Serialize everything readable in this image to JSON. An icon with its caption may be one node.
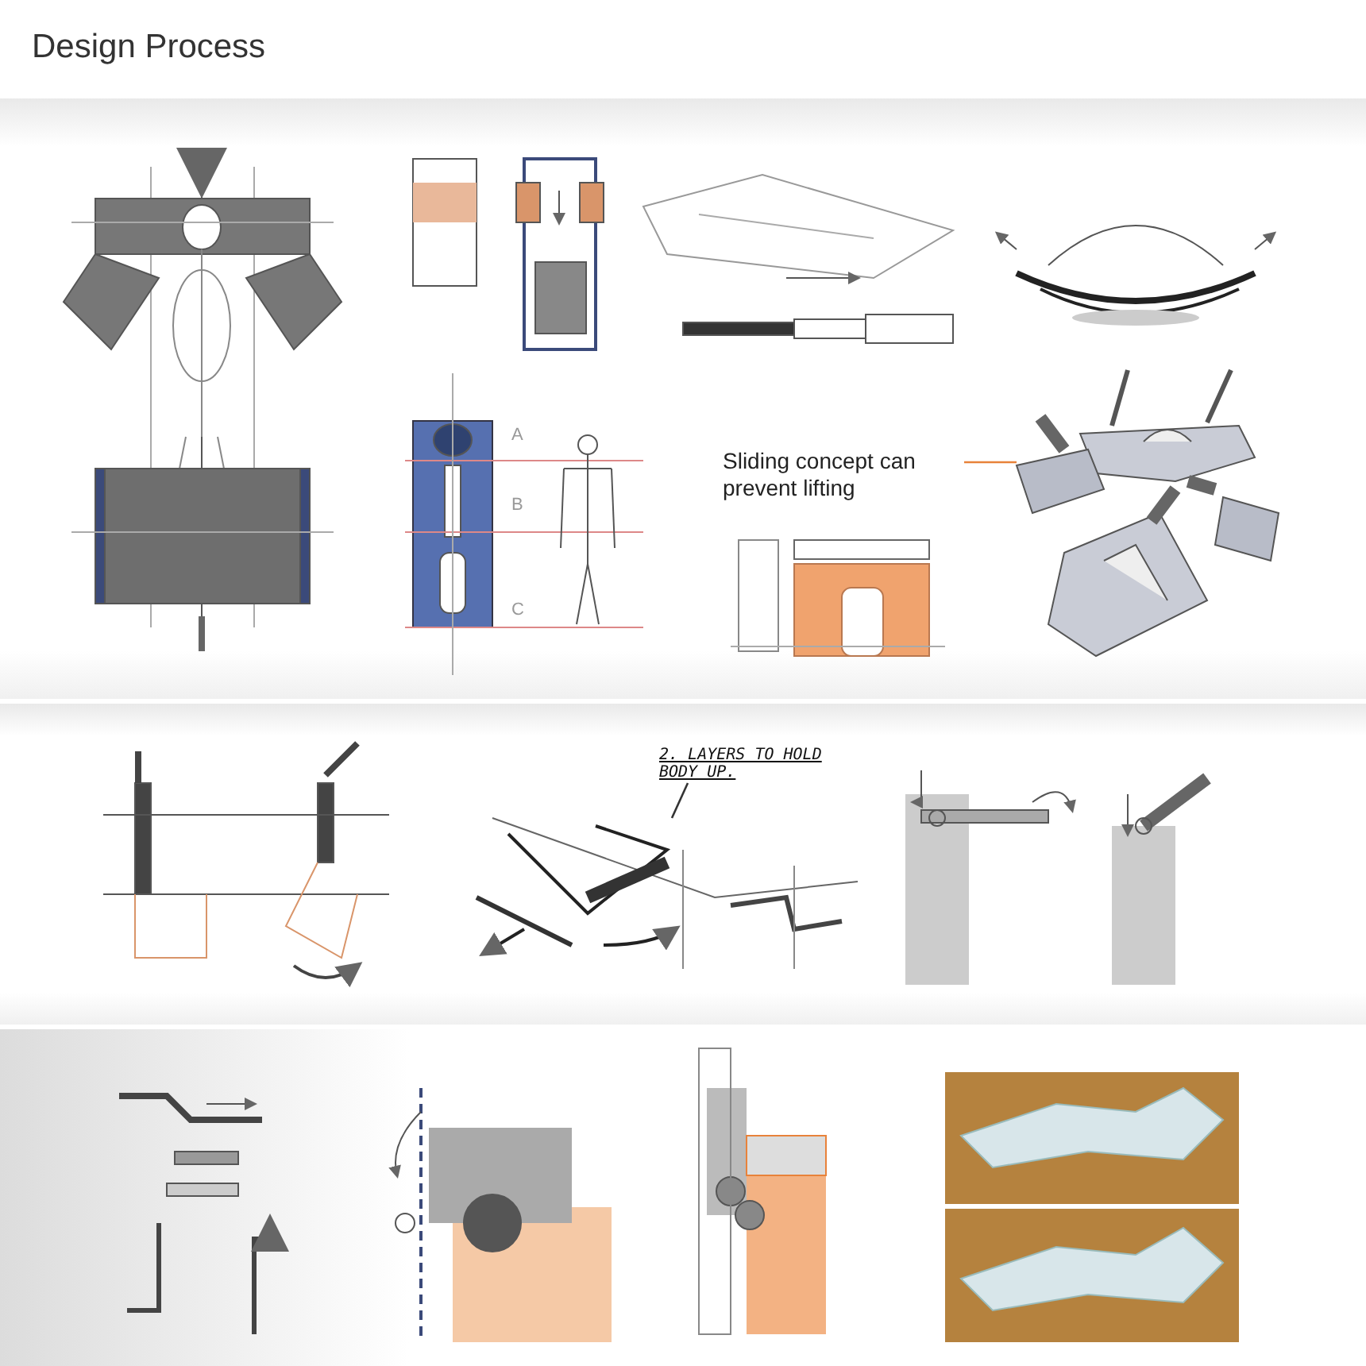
{
  "diagram": {
    "title": "Design Process",
    "nodes": [
      {
        "text": [
          "Sliding concept can prevent lifting"
        ]
      },
      {
        "text": [],
        "shape": "picture"
      },
      {
        "text": [
          "2. LAYERS TO HOLD BODY UP."
        ]
      },
      {
        "text": [],
        "shape": "picture"
      }
    ],
    "edges": [
      {
        "from": 0,
        "to": 1,
        "arrow": "none",
        "color": "#e8823a"
      },
      {
        "from": 2,
        "to": 3,
        "arrow": "none",
        "color": "#333333"
      }
    ],
    "labels": [
      "A",
      "B",
      "C"
    ]
  }
}
